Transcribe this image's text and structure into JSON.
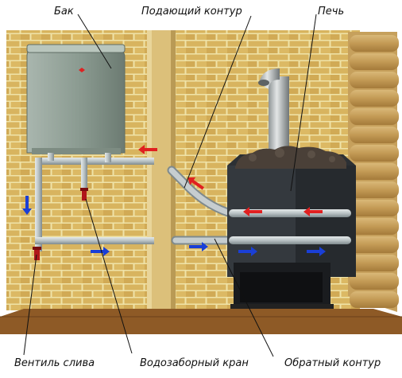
{
  "labels": {
    "tank": "Бак",
    "supply_circuit": "Подающий контур",
    "stove": "Печь",
    "drain_valve": "Вентиль слива",
    "intake_tap": "Водозаборный кран",
    "return_circuit": "Обратный контур"
  },
  "colors": {
    "brick": "#d8b45f",
    "mortar": "#efe3a8",
    "board": "#dcc07a",
    "log_wall": "#c6a05c",
    "floor": "#8e5a26",
    "tank": "#8a9a90",
    "pipe": "#b9c2c4",
    "stove": "#2c3034",
    "stones": "#4a4038",
    "hot_arrow": "#e02020",
    "cold_arrow": "#1a3fd6",
    "valve": "#b0161a"
  },
  "icons": {
    "hot_flow": "red-arrow-icon",
    "cold_flow": "blue-arrow-icon",
    "valve": "red-valve-handle-icon"
  }
}
